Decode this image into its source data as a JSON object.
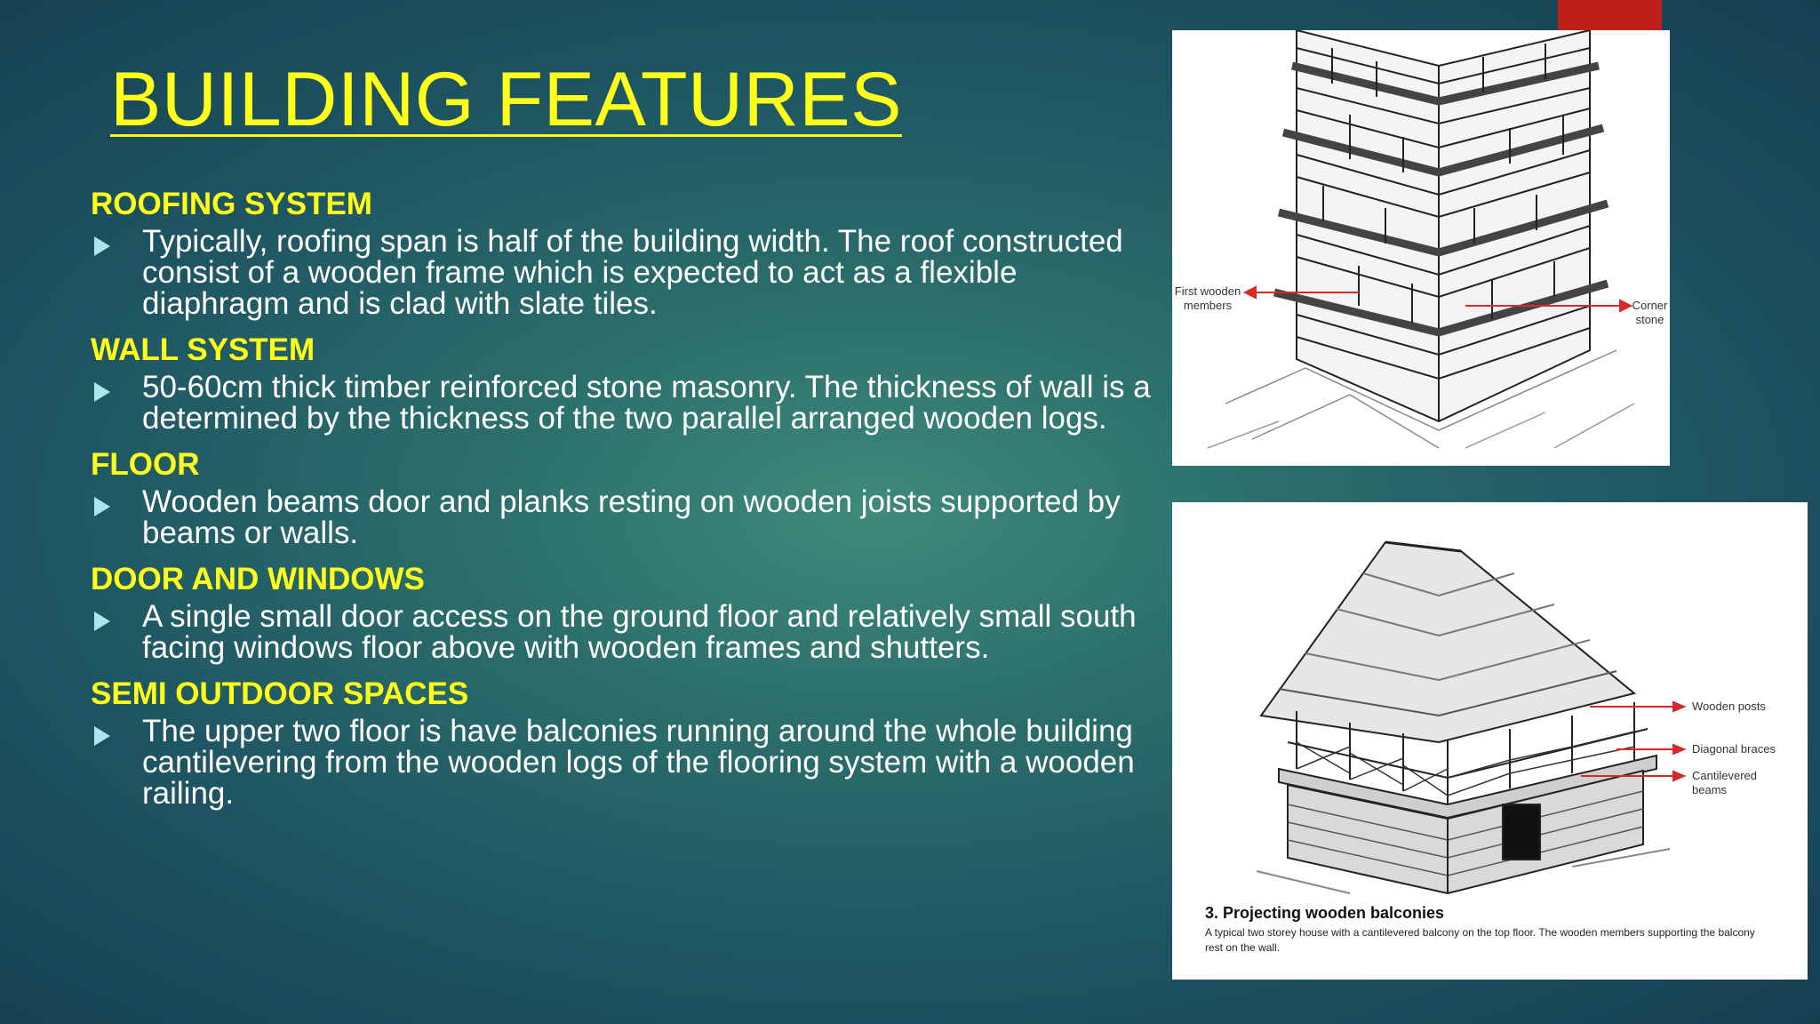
{
  "slide": {
    "title": "BUILDING FEATURES",
    "colors": {
      "heading": "#ffff1a",
      "text": "#ffffff",
      "bullet": "#a9e6ef",
      "accent_tab": "#c0201c",
      "background": "#22606a"
    },
    "sections": [
      {
        "heading": "ROOFING SYSTEM",
        "bullet": "Typically, roofing span is half of the building width. The roof constructed consist of a wooden frame which is expected to act as a flexible diaphragm and is clad with slate tiles."
      },
      {
        "heading": "WALL SYSTEM",
        "bullet": "50-60cm thick timber reinforced stone masonry. The thickness of wall is a determined by the thickness of the two parallel arranged wooden logs."
      },
      {
        "heading": "FLOOR",
        "bullet": "Wooden beams door and planks resting on wooden joists supported by beams or walls."
      },
      {
        "heading": "DOOR AND WINDOWS",
        "bullet": "A single small door access on the ground floor and relatively small south facing windows floor above with wooden frames and shutters."
      },
      {
        "heading": "SEMI OUTDOOR SPACES",
        "bullet": "The upper two floor is have balconies running around the whole building cantilevering from the wooden logs of the flooring system with a wooden railing."
      }
    ]
  },
  "figure_wall": {
    "label_left": "First wooden members",
    "label_right": "Corner stone"
  },
  "figure_balcony": {
    "labels": [
      "Wooden posts",
      "Diagonal braces",
      "Cantilevered beams"
    ],
    "caption_title": "3. Projecting wooden balconies",
    "caption_text": "A typical two storey house with a cantilevered balcony on the top floor. The wooden members supporting the balcony rest on the wall."
  }
}
